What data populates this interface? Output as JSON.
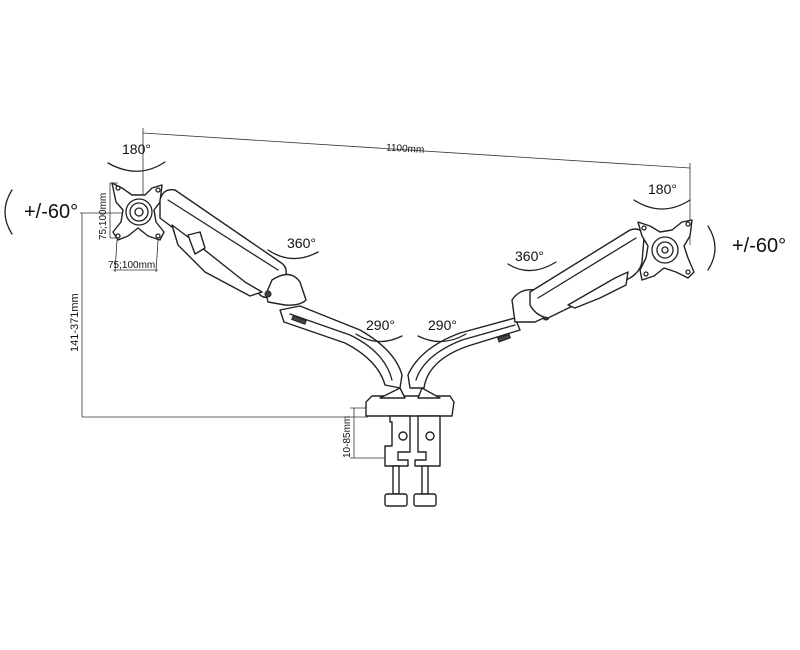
{
  "title": "Dual monitor arm dimension diagram",
  "labels": {
    "width_span": "1100mm",
    "tilt_left": "+/-60°",
    "tilt_right": "+/-60°",
    "rotate_left": "180°",
    "rotate_right": "180°",
    "swivel_upper_left": "360°",
    "swivel_upper_right": "360°",
    "swivel_lower_left": "290°",
    "swivel_lower_right": "290°",
    "vesa_vertical": "75;100mm",
    "vesa_horizontal": "75;100mm",
    "height_range": "141-371mm",
    "clamp_range": "10-85mm"
  }
}
